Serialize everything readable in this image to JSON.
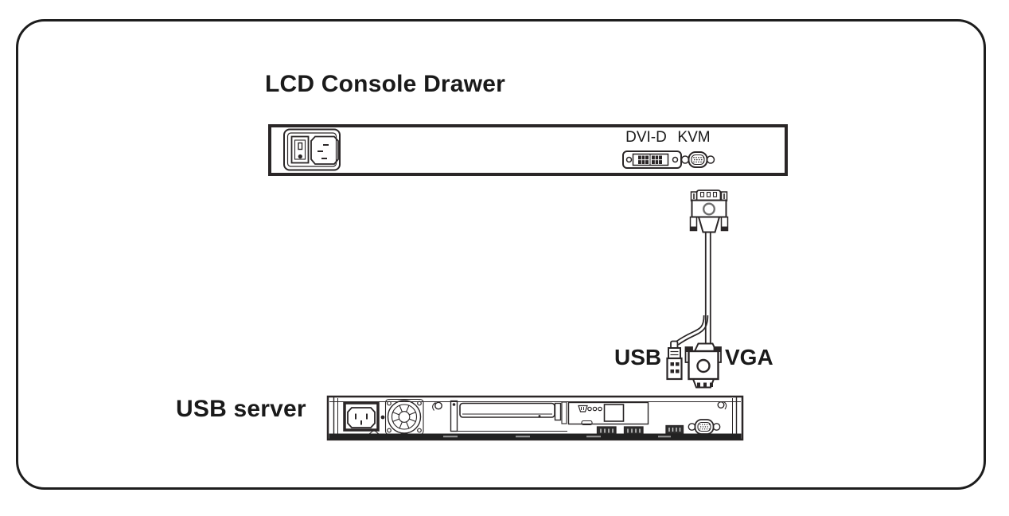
{
  "diagram": {
    "type": "hardware-connection-diagram",
    "description": "LCD Console Drawer rear panel connected to a USB server rear panel via a KVM cable with VGA and USB plugs"
  },
  "labels": {
    "lcd_console_drawer": "LCD Console Drawer",
    "dvi_d": "DVI-D",
    "kvm": "KVM",
    "usb": "USB",
    "vga": "VGA",
    "usb_server": "USB server"
  },
  "icons": {
    "drawer_power_inlet": "power-inlet-with-rocker-switch",
    "dvi_d_port": "dvi-d-port",
    "kvm_port": "vga-style-kvm-port",
    "cable_top_plug": "vga-male-connector",
    "cable_usb_plug": "usb-a-male-connector",
    "cable_bottom_plug": "vga-male-connector",
    "server_power_inlet": "iec-power-inlet",
    "server_fan": "fan-grille",
    "server_expansion_slot": "expansion-slot-blank-plate",
    "server_lan_port": "network-port",
    "server_usb_ports": "usb-ports",
    "server_vga_port": "vga-port"
  },
  "colors": {
    "line": "#2a2627",
    "text": "#1a1a1a",
    "background": "#ffffff",
    "dark_port_fill": "#2f2f2f",
    "band_fill": "#222222"
  }
}
